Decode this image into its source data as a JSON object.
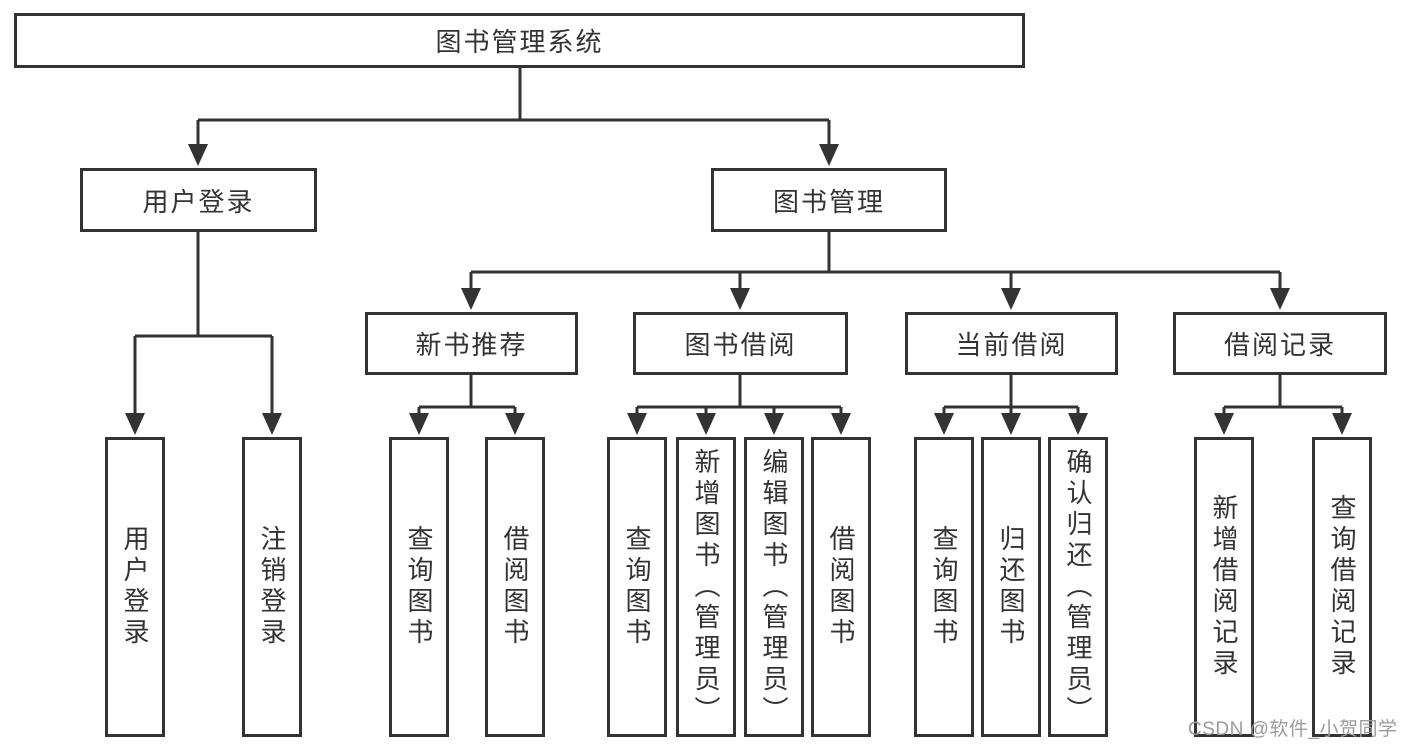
{
  "diagram": {
    "title": "图书管理系统",
    "colors": {
      "line": "#333333",
      "box_border": "#333333",
      "text": "#333333",
      "background": "#ffffff",
      "watermark": "#9b9b9b"
    },
    "nodes": {
      "root": {
        "label": "图书管理系统",
        "children": [
          "user_login",
          "book_mgmt"
        ]
      },
      "user_login": {
        "label": "用户登录",
        "children": [
          "leaf_user_login",
          "leaf_logout"
        ]
      },
      "book_mgmt": {
        "label": "图书管理",
        "children": [
          "new_book_rec",
          "book_borrow",
          "current_borrow",
          "borrow_record"
        ]
      },
      "new_book_rec": {
        "label": "新书推荐",
        "children": [
          "nbr_query",
          "nbr_borrow"
        ]
      },
      "book_borrow": {
        "label": "图书借阅",
        "children": [
          "bb_query",
          "bb_add",
          "bb_edit",
          "bb_borrow"
        ]
      },
      "current_borrow": {
        "label": "当前借阅",
        "children": [
          "cb_query",
          "cb_return",
          "cb_confirm"
        ]
      },
      "borrow_record": {
        "label": "借阅记录",
        "children": [
          "br_add",
          "br_query"
        ]
      },
      "leaf_user_login": {
        "label": "用户登录"
      },
      "leaf_logout": {
        "label": "注销登录"
      },
      "nbr_query": {
        "label": "查询图书"
      },
      "nbr_borrow": {
        "label": "借阅图书"
      },
      "bb_query": {
        "label": "查询图书"
      },
      "bb_add": {
        "label": "新增图书（管理员）"
      },
      "bb_edit": {
        "label": "编辑图书（管理员）"
      },
      "bb_borrow": {
        "label": "借阅图书"
      },
      "cb_query": {
        "label": "查询图书"
      },
      "cb_return": {
        "label": "归还图书"
      },
      "cb_confirm": {
        "label": "确认归还（管理员）"
      },
      "br_add": {
        "label": "新增借阅记录"
      },
      "br_query": {
        "label": "查询借阅记录"
      }
    }
  },
  "watermark": {
    "text": "CSDN @软件_小贺同学"
  }
}
